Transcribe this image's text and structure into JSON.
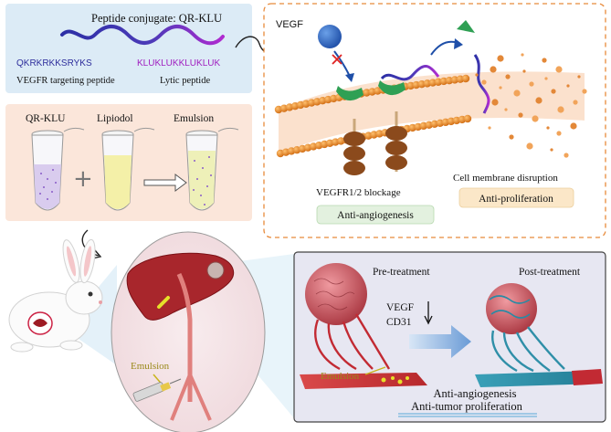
{
  "conjugate": {
    "title": "Peptide conjugate: QR-KLU",
    "vegfr_seq": "QKRKRKKSRYKS",
    "lytic_seq": "KLUKLUKKLUKLUK",
    "vegfr_label": "VEGFR targeting peptide",
    "lytic_label": "Lytic peptide"
  },
  "prep": {
    "tube1": "QR-KLU",
    "tube2": "Lipiodol",
    "tube3": "Emulsion"
  },
  "mechanism": {
    "vegf": "VEGF",
    "receptor": "VEGFR1/2 blockage",
    "disruption": "Cell membrane disruption",
    "badge_left": "Anti-angiogenesis",
    "badge_right": "Anti-proliferation"
  },
  "liver": {
    "emulsion": "Emulsion"
  },
  "treatment": {
    "pre": "Pre-treatment",
    "post": "Post-treatment",
    "marker1": "VEGF",
    "marker2": "CD31",
    "emulsion": "Emulsion",
    "outcome1": "Anti-angiogenesis",
    "outcome2": "Anti-tumor proliferation"
  },
  "colors": {
    "vegfr": "#3b3aa8",
    "lytic": "#a020c0",
    "badge_green": "#e3f1df",
    "badge_orange": "#fbe7c8",
    "panel_blue": "#dcebf6",
    "panel_peach": "#fbe6da",
    "panel_lavender": "#e7e7f2"
  }
}
